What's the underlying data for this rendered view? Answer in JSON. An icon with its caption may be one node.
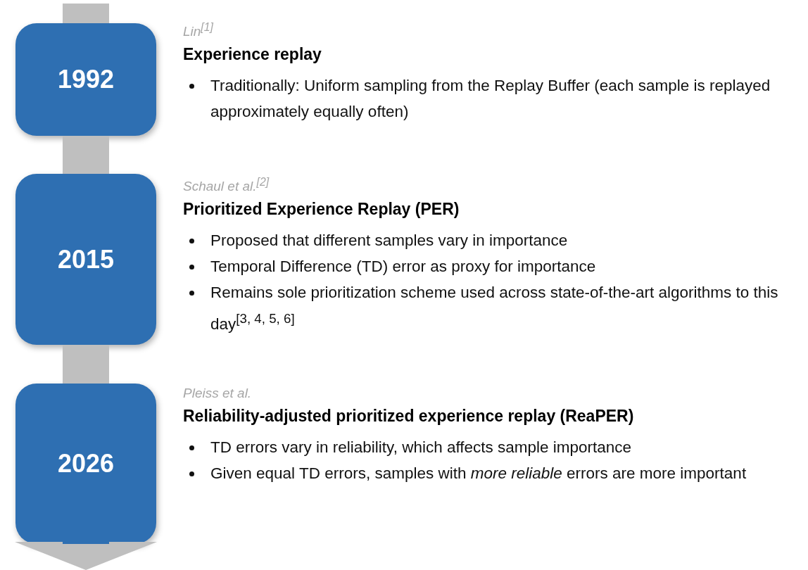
{
  "diagram": {
    "nodes": [
      {
        "text": [
          "1992"
        ],
        "beside": [
          "Lin$^{[1]}$",
          "Experience replay",
          "Traditionally: Uniform sampling from the Replay Buffer (each sample is replayed approximately equally often)"
        ]
      },
      {
        "text": [
          "2015"
        ],
        "beside": [
          "Schaul et al.$^{[2]}$",
          "Prioritized Experience Replay (PER)",
          "Proposed that different samples vary in importance",
          "Temporal Difference (TD) error as proxy for importance",
          "Remains sole prioritization scheme used across state-of-the-art algorithms to this day$^{[3, 4, 5, 6]}$"
        ]
      },
      {
        "text": [
          "2026"
        ],
        "beside": [
          "Pleiss et al.",
          "Reliability-adjusted prioritized experience replay (ReaPER)",
          "TD errors vary in reliability, which affects sample importance",
          "Given equal TD errors, samples with *more reliable* errors are more important"
        ]
      }
    ],
    "edges": [
      {
        "from": null,
        "to": 0,
        "arrow": "none",
        "style": "thick"
      },
      {
        "from": 0,
        "to": 1,
        "arrow": "none",
        "style": "thick"
      },
      {
        "from": 1,
        "to": 2,
        "arrow": "none",
        "style": "thick"
      },
      {
        "from": 2,
        "to": null,
        "arrow": "to",
        "style": "thick"
      }
    ]
  }
}
